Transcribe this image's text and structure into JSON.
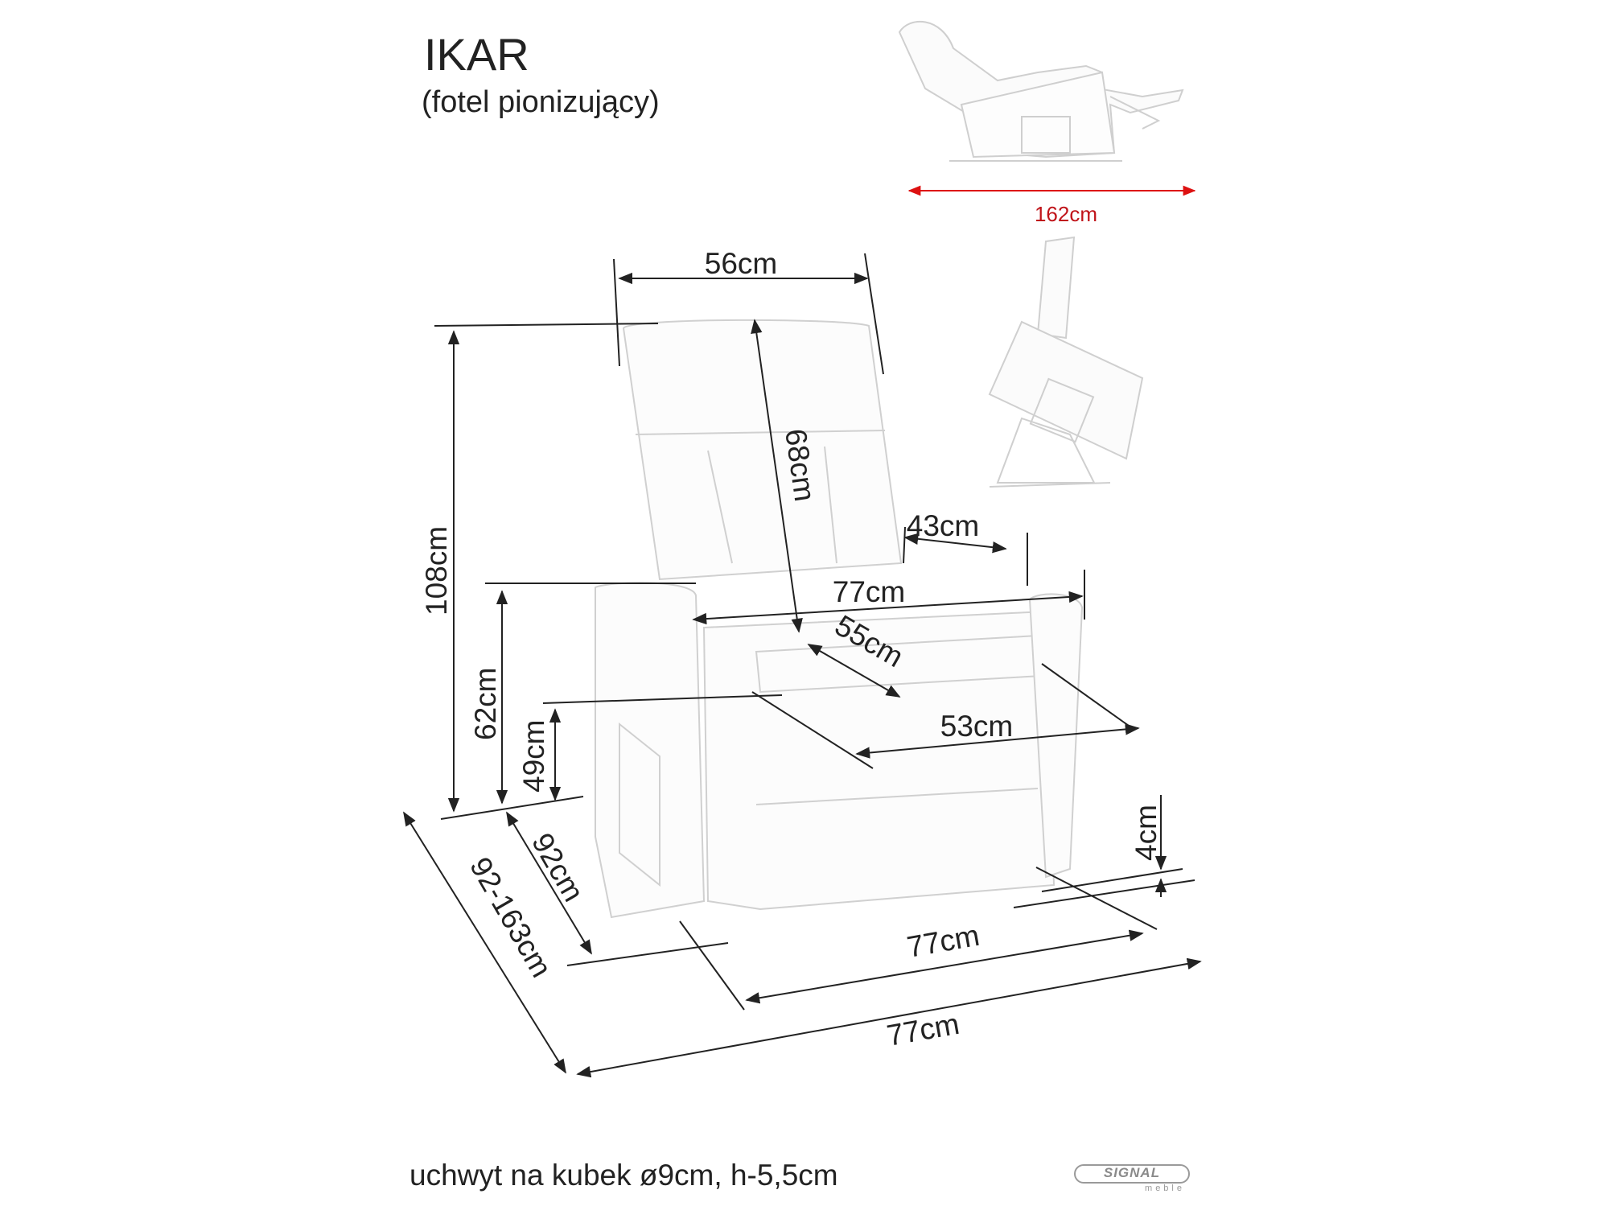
{
  "header": {
    "title": "IKAR",
    "subtitle": "(fotel pionizujący)"
  },
  "dimensions": {
    "backrest_width": "56cm",
    "backrest_height": "68cm",
    "total_height": "108cm",
    "armrest_height": "62cm",
    "seat_height": "49cm",
    "depth": "92cm",
    "depth_extended": "92-163cm",
    "armrest_spacing": "43cm",
    "total_width_top": "77cm",
    "seat_depth": "55cm",
    "seat_width": "53cm",
    "base_clearance": "4cm",
    "width_base_inner": "77cm",
    "width_base_outer": "77cm",
    "reclined_length": "162cm"
  },
  "colors": {
    "line": "#222222",
    "accent_red": "#c0141a",
    "sketch": "#c8c8c8"
  },
  "footer": {
    "note": "uchwyt na kubek ø9cm, h-5,5cm"
  },
  "logo": {
    "brand": "SIGNAL",
    "sub": "meble"
  }
}
